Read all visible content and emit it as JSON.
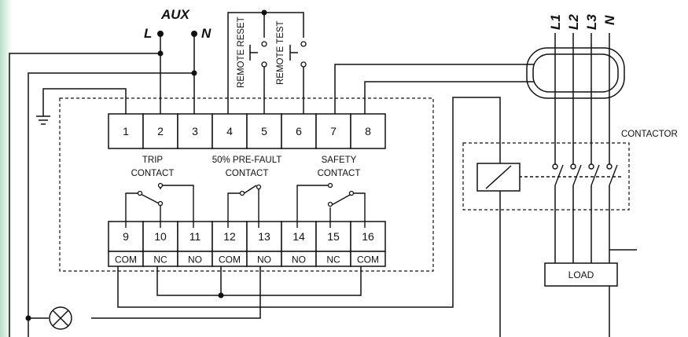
{
  "aux": {
    "title": "AUX",
    "l": "L",
    "n": "N"
  },
  "remote": {
    "reset": "REMOTE RESET",
    "test": "REMOTE TEST"
  },
  "lines": [
    "L1",
    "L2",
    "L3",
    "N"
  ],
  "terminals_top": [
    "1",
    "2",
    "3",
    "4",
    "5",
    "6",
    "7",
    "8"
  ],
  "terminals_bottom": [
    "9",
    "10",
    "11",
    "12",
    "13",
    "14",
    "15",
    "16"
  ],
  "contacts": {
    "trip": [
      "TRIP",
      "CONTACT"
    ],
    "prefault": [
      "50% PRE-FAULT",
      "CONTACT"
    ],
    "safety": [
      "SAFETY",
      "CONTACT"
    ]
  },
  "bottom_labels": [
    "COM",
    "NC",
    "NO",
    "COM",
    "NO",
    "NO",
    "NC",
    "COM"
  ],
  "contactor_label": "CONTACTOR",
  "load_label": "LOAD",
  "colors": {
    "line": "#111111",
    "background": "#ffffff",
    "edge": "#b9ddc7"
  }
}
